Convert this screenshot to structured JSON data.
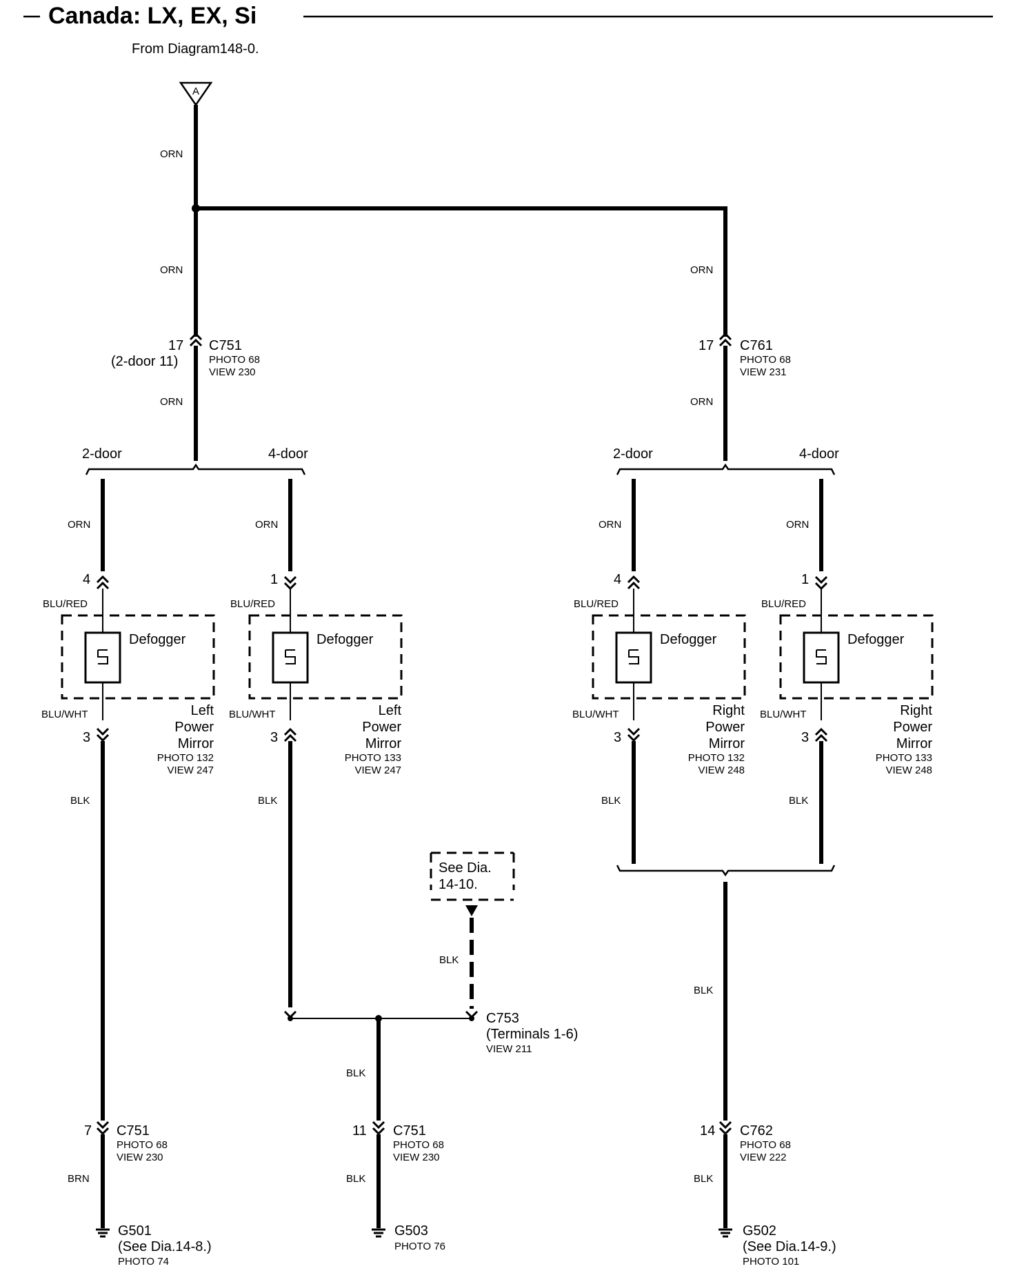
{
  "title": "Canada: LX, EX, Si",
  "from_note": "From Diagram148-0.",
  "source_terminal": "A",
  "wire_colors": {
    "orn": "ORN",
    "blu_red": "BLU/RED",
    "blu_wht": "BLU/WHT",
    "blk": "BLK",
    "brn": "BRN"
  },
  "connectors": {
    "c751_top": {
      "pin": "17",
      "pin_alt": "(2-door 11)",
      "name": "C751",
      "photo": "PHOTO 68",
      "view": "VIEW 230"
    },
    "c761": {
      "pin": "17",
      "name": "C761",
      "photo": "PHOTO 68",
      "view": "VIEW 231"
    },
    "c753": {
      "name": "C753",
      "terminals": "(Terminals 1-6)",
      "view": "VIEW 211"
    },
    "c751_left": {
      "pin": "7",
      "name": "C751",
      "photo": "PHOTO 68",
      "view": "VIEW 230"
    },
    "c751_mid": {
      "pin": "11",
      "name": "C751",
      "photo": "PHOTO 68",
      "view": "VIEW 230"
    },
    "c762": {
      "pin": "14",
      "name": "C762",
      "photo": "PHOTO 68",
      "view": "VIEW 222"
    }
  },
  "variants": {
    "two_door": "2-door",
    "four_door": "4-door"
  },
  "mirrors": [
    {
      "pin_in": "4",
      "pin_out": "3",
      "component": "Defogger",
      "name_lines": [
        "Left",
        "Power",
        "Mirror"
      ],
      "photo": "PHOTO 132",
      "view": "VIEW 247"
    },
    {
      "pin_in": "1",
      "pin_out": "3",
      "component": "Defogger",
      "name_lines": [
        "Left",
        "Power",
        "Mirror"
      ],
      "photo": "PHOTO 133",
      "view": "VIEW 247"
    },
    {
      "pin_in": "4",
      "pin_out": "3",
      "component": "Defogger",
      "name_lines": [
        "Right",
        "Power",
        "Mirror"
      ],
      "photo": "PHOTO 132",
      "view": "VIEW 248"
    },
    {
      "pin_in": "1",
      "pin_out": "3",
      "component": "Defogger",
      "name_lines": [
        "Right",
        "Power",
        "Mirror"
      ],
      "photo": "PHOTO 133",
      "view": "VIEW 248"
    }
  ],
  "see_dia_box": {
    "line1": "See Dia.",
    "line2": "14-10."
  },
  "grounds": {
    "g501": {
      "name": "G501",
      "note": "(See  Dia.14-8.)",
      "photo": "PHOTO 74"
    },
    "g503": {
      "name": "G503",
      "photo": "PHOTO 76"
    },
    "g502": {
      "name": "G502",
      "note": "(See Dia.14-9.)",
      "photo": "PHOTO 101"
    }
  }
}
